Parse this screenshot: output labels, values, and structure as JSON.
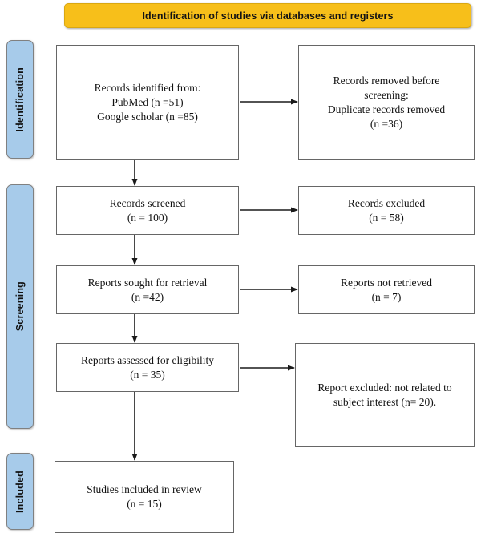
{
  "header": {
    "banner_label": "Identification of studies via databases and registers",
    "banner_color": "#F7BF1A"
  },
  "stages": {
    "color": "#A7CBEA",
    "items": [
      {
        "id": "identification",
        "label": "Identification"
      },
      {
        "id": "screening",
        "label": "Screening"
      },
      {
        "id": "included",
        "label": "Included"
      }
    ]
  },
  "flow": {
    "identified": "Records identified from:\nPubMed (n =51)\nGoogle scholar (n =85)",
    "removed": "Records removed before\nscreening:\nDuplicate records removed\n(n =36)",
    "screened": "Records screened\n(n = 100)",
    "excluded": "Records excluded\n(n = 58)",
    "sought": "Reports sought for retrieval\n(n =42)",
    "not_retrieved": "Reports not retrieved\n(n = 7)",
    "assessed": "Reports assessed for eligibility\n(n = 35)",
    "report_excluded": "Report excluded: not related to\nsubject interest (n= 20).",
    "included": "Studies included in review\n(n = 15)"
  },
  "counts": {
    "pubmed": 51,
    "google_scholar": 85,
    "duplicates_removed": 36,
    "records_screened": 100,
    "records_excluded": 58,
    "reports_sought": 42,
    "reports_not_retrieved": 7,
    "reports_assessed": 35,
    "reports_excluded_not_related": 20,
    "studies_included": 15
  }
}
